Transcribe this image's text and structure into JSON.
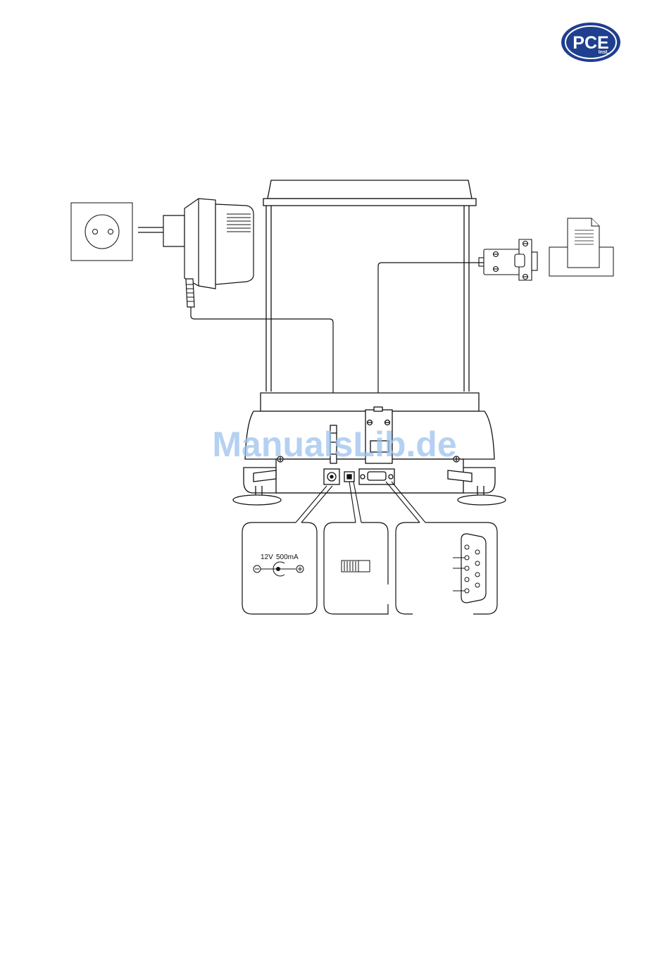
{
  "header": {
    "logo": {
      "text": "PCE",
      "subtext": "Inst.",
      "color": "#1f3f8f",
      "icon": "pce-logo-icon"
    }
  },
  "diagram": {
    "power_spec": {
      "voltage": "12V",
      "current": "500mA",
      "minus": "−",
      "plus": "+"
    }
  },
  "watermark": {
    "text": "ManualsLib.de",
    "color": "#9cc1ec"
  }
}
